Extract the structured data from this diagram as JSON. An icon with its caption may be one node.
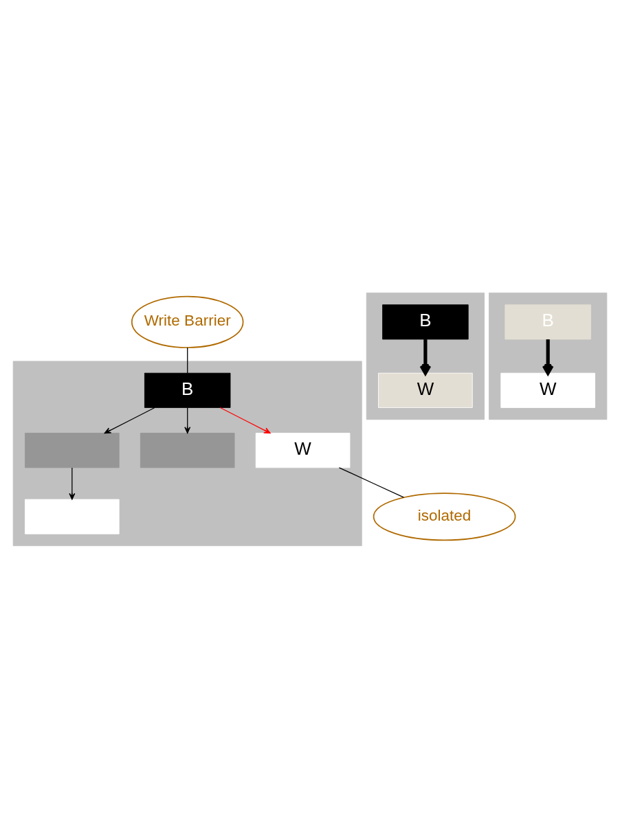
{
  "diagram": {
    "nodes": [
      {
        "text": [],
        "shape": "box"
      },
      {
        "text": [
          "Write Barrier"
        ]
      },
      {
        "text": [
          "B"
        ],
        "in": 0
      },
      {
        "text": [],
        "shape": "box",
        "in": 0
      },
      {
        "text": [],
        "shape": "box",
        "in": 0
      },
      {
        "text": [],
        "shape": "box",
        "in": 0
      },
      {
        "text": [
          "W"
        ],
        "in": 0
      },
      {
        "text": [
          "isolated"
        ]
      },
      {
        "text": [],
        "shape": "box"
      },
      {
        "text": [
          "B"
        ],
        "in": 8
      },
      {
        "text": [
          "W"
        ],
        "in": 8
      },
      {
        "text": [],
        "shape": "box"
      },
      {
        "text": [
          "B"
        ],
        "in": 11
      },
      {
        "text": [
          "W"
        ],
        "in": 11
      }
    ],
    "edges": [
      {
        "from": 1,
        "to": 2,
        "arrow": "none"
      },
      {
        "from": 2,
        "to": 3,
        "arrow": "to"
      },
      {
        "from": 2,
        "to": 6,
        "arrow": "to",
        "color": "#ff0000"
      },
      {
        "from": 2,
        "to": 4,
        "arrow": "to"
      },
      {
        "from": 3,
        "to": 5,
        "arrow": "to"
      },
      {
        "from": 7,
        "to": 6,
        "arrow": "none"
      },
      {
        "from": 9,
        "to": 10,
        "arrow": "to",
        "style": "thick"
      },
      {
        "from": 12,
        "to": 13,
        "arrow": "to",
        "style": "thick"
      }
    ]
  }
}
